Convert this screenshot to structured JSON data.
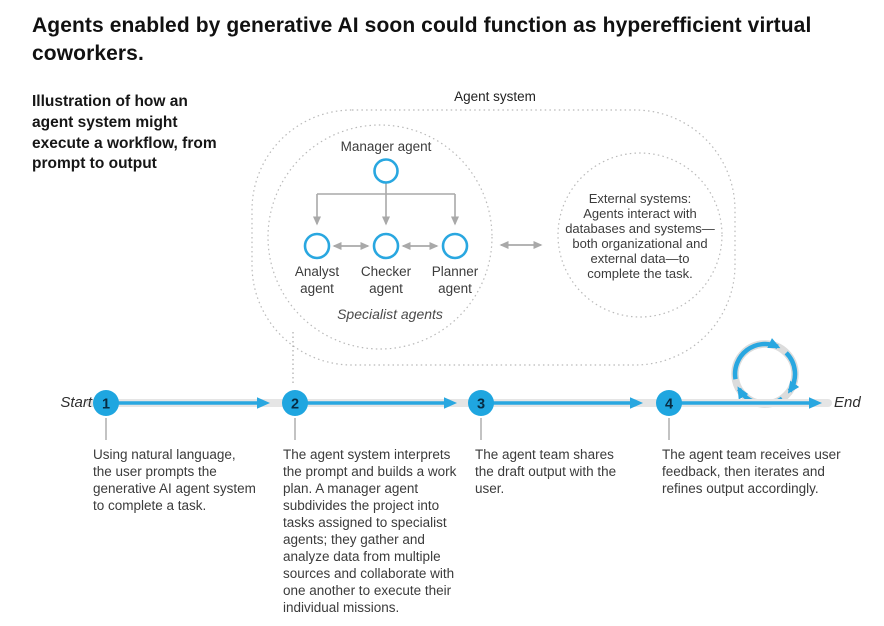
{
  "title": "Agents enabled by generative AI soon could function as hyperefficient virtual coworkers.",
  "intro": "Illustration of how an agent system might execute a workflow, from prompt to output",
  "diagram": {
    "system_label": "Agent system",
    "manager_label": "Manager agent",
    "specialists": [
      {
        "label": "Analyst agent"
      },
      {
        "label": "Checker agent"
      },
      {
        "label": "Planner agent"
      }
    ],
    "specialist_group_label": "Specialist agents",
    "external": {
      "lines": [
        "External systems:",
        "Agents interact with",
        "databases and systems—",
        "both organizational and",
        "external data—to",
        "complete the task."
      ]
    }
  },
  "timeline": {
    "start_label": "Start",
    "end_label": "End",
    "steps": [
      {
        "number": "1",
        "text": "Using natural language, the user prompts the generative AI agent system to complete a task."
      },
      {
        "number": "2",
        "text": "The agent system interprets the prompt and builds a work plan. A manager agent subdivides the project into tasks assigned to specialist agents; they gather and analyze data from multiple sources and collaborate with one another to execute their individual missions."
      },
      {
        "number": "3",
        "text": "The agent team shares the draft output with the user."
      },
      {
        "number": "4",
        "text": "The agent team receives user feedback, then iterates and refines output accordingly."
      }
    ]
  },
  "colors": {
    "accent_blue": "#29A7E0",
    "number_text": "#072C42",
    "track_gray": "#E5E5E5",
    "connector_gray": "#A9A9A9",
    "dashed_gray": "#B9B9B9",
    "loop_ring_gray": "#DCDCDC",
    "text_dark": "#111111",
    "text_body": "#3B3B3B"
  }
}
